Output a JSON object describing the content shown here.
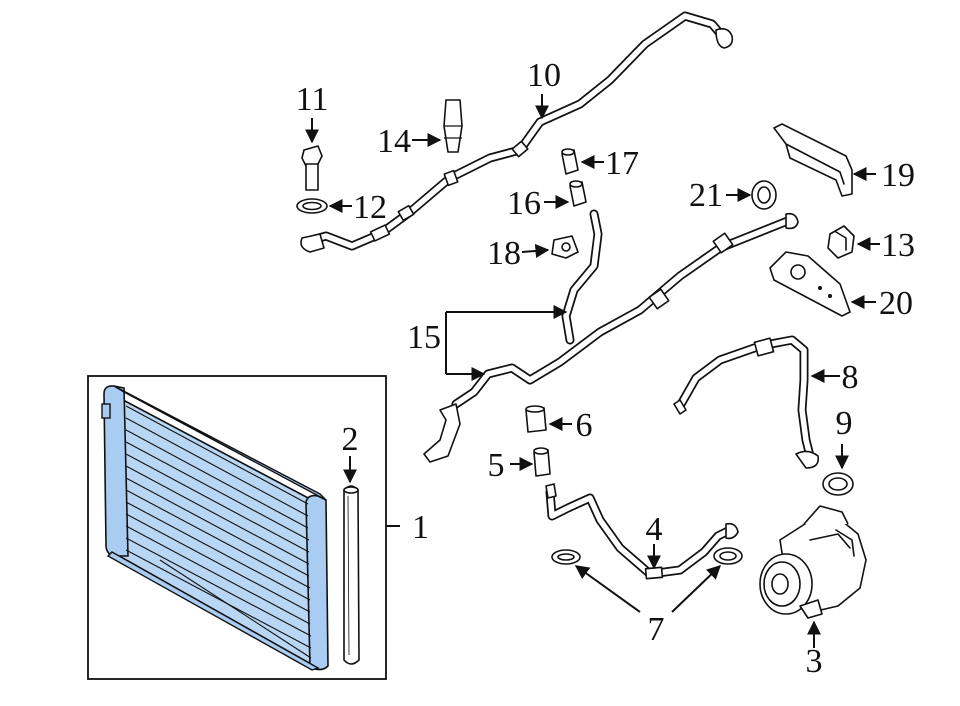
{
  "diagram": {
    "callouts": [
      "1",
      "2",
      "3",
      "4",
      "5",
      "6",
      "7",
      "8",
      "9",
      "10",
      "11",
      "12",
      "13",
      "14",
      "15",
      "16",
      "17",
      "18",
      "19",
      "20",
      "21"
    ]
  },
  "colors": {
    "condenser_fill": "#a9cdf2",
    "condenser_core": "#b9d7f5",
    "line": "#111111",
    "background": "#ffffff"
  }
}
